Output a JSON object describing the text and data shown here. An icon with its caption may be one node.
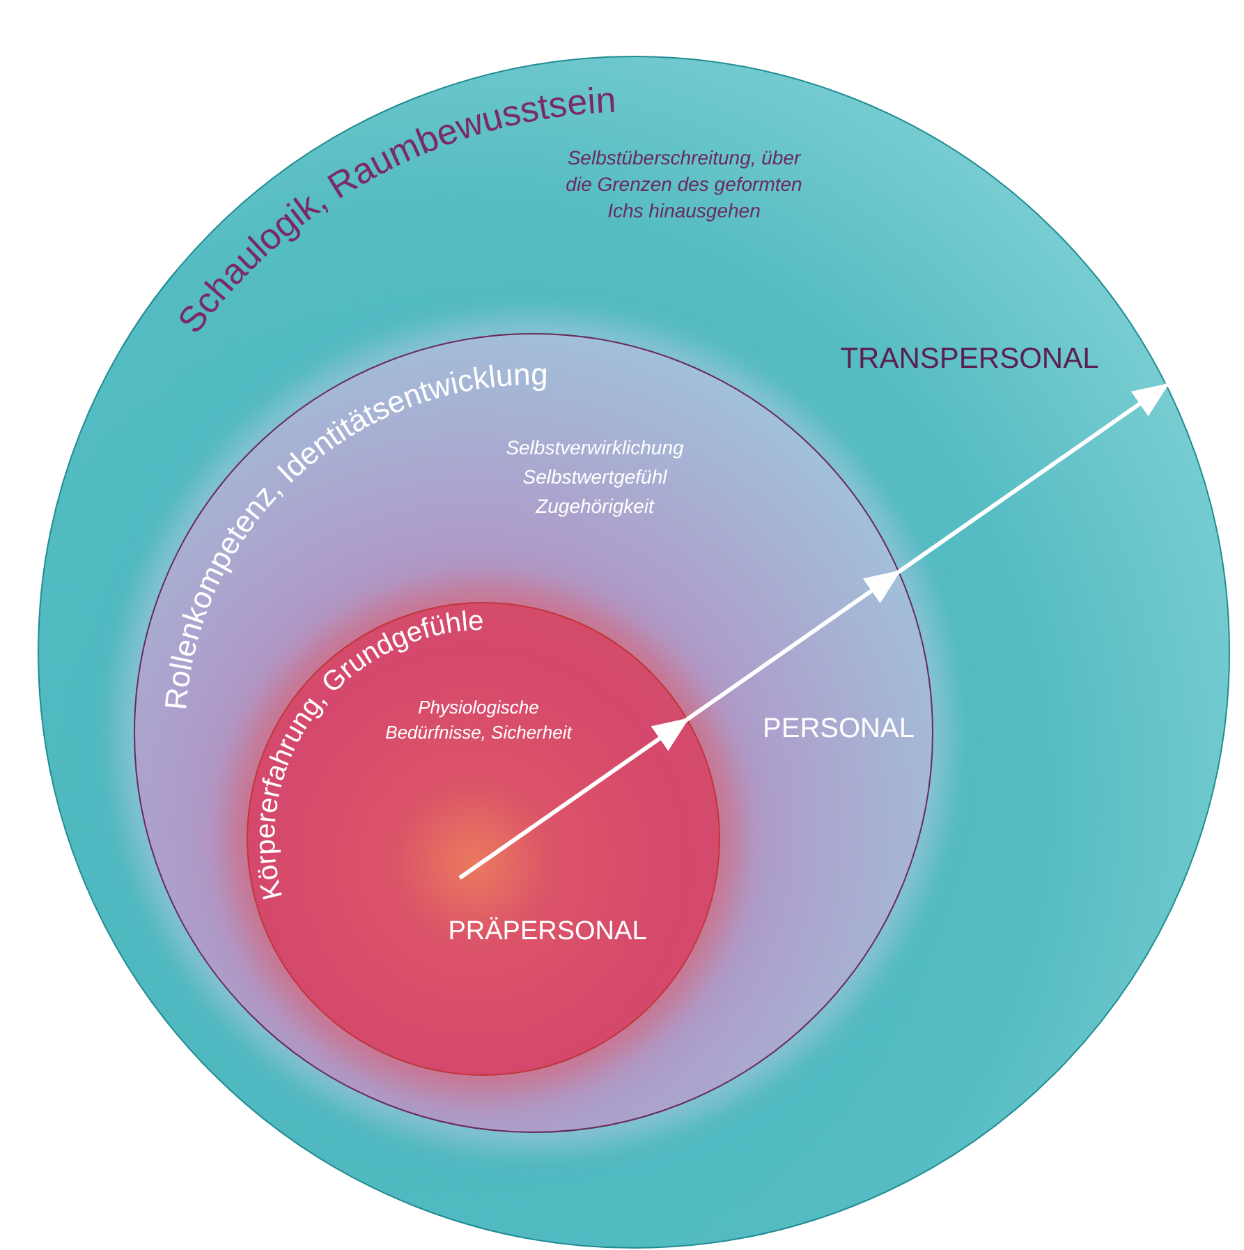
{
  "diagram": {
    "nodes": [
      {
        "text": [
          "Schaulogik, Raumbewusstsein",
          "Selbstüberschreitung, über die Grenzen des geformten Ichs hinausgehen",
          "TRANSPERSONAL"
        ]
      },
      {
        "text": [
          "Rollenkompetenz, Identitätsentwicklung",
          "Selbstverwirklichung",
          "Selbstwertgefühl",
          "Zugehörigkeit",
          "PERSONAL"
        ],
        "in": 0
      },
      {
        "text": [
          "Körpererfahrung, Grundgefühle",
          "Physiologische Bedürfnisse, Sicherheit",
          "PRÄPERSONAL"
        ],
        "in": 1
      }
    ],
    "edges": [
      {
        "from": null,
        "to": 2,
        "arrow": "to"
      },
      {
        "from": 2,
        "to": 1,
        "arrow": "to"
      },
      {
        "from": 1,
        "to": 0,
        "arrow": "to"
      }
    ]
  }
}
